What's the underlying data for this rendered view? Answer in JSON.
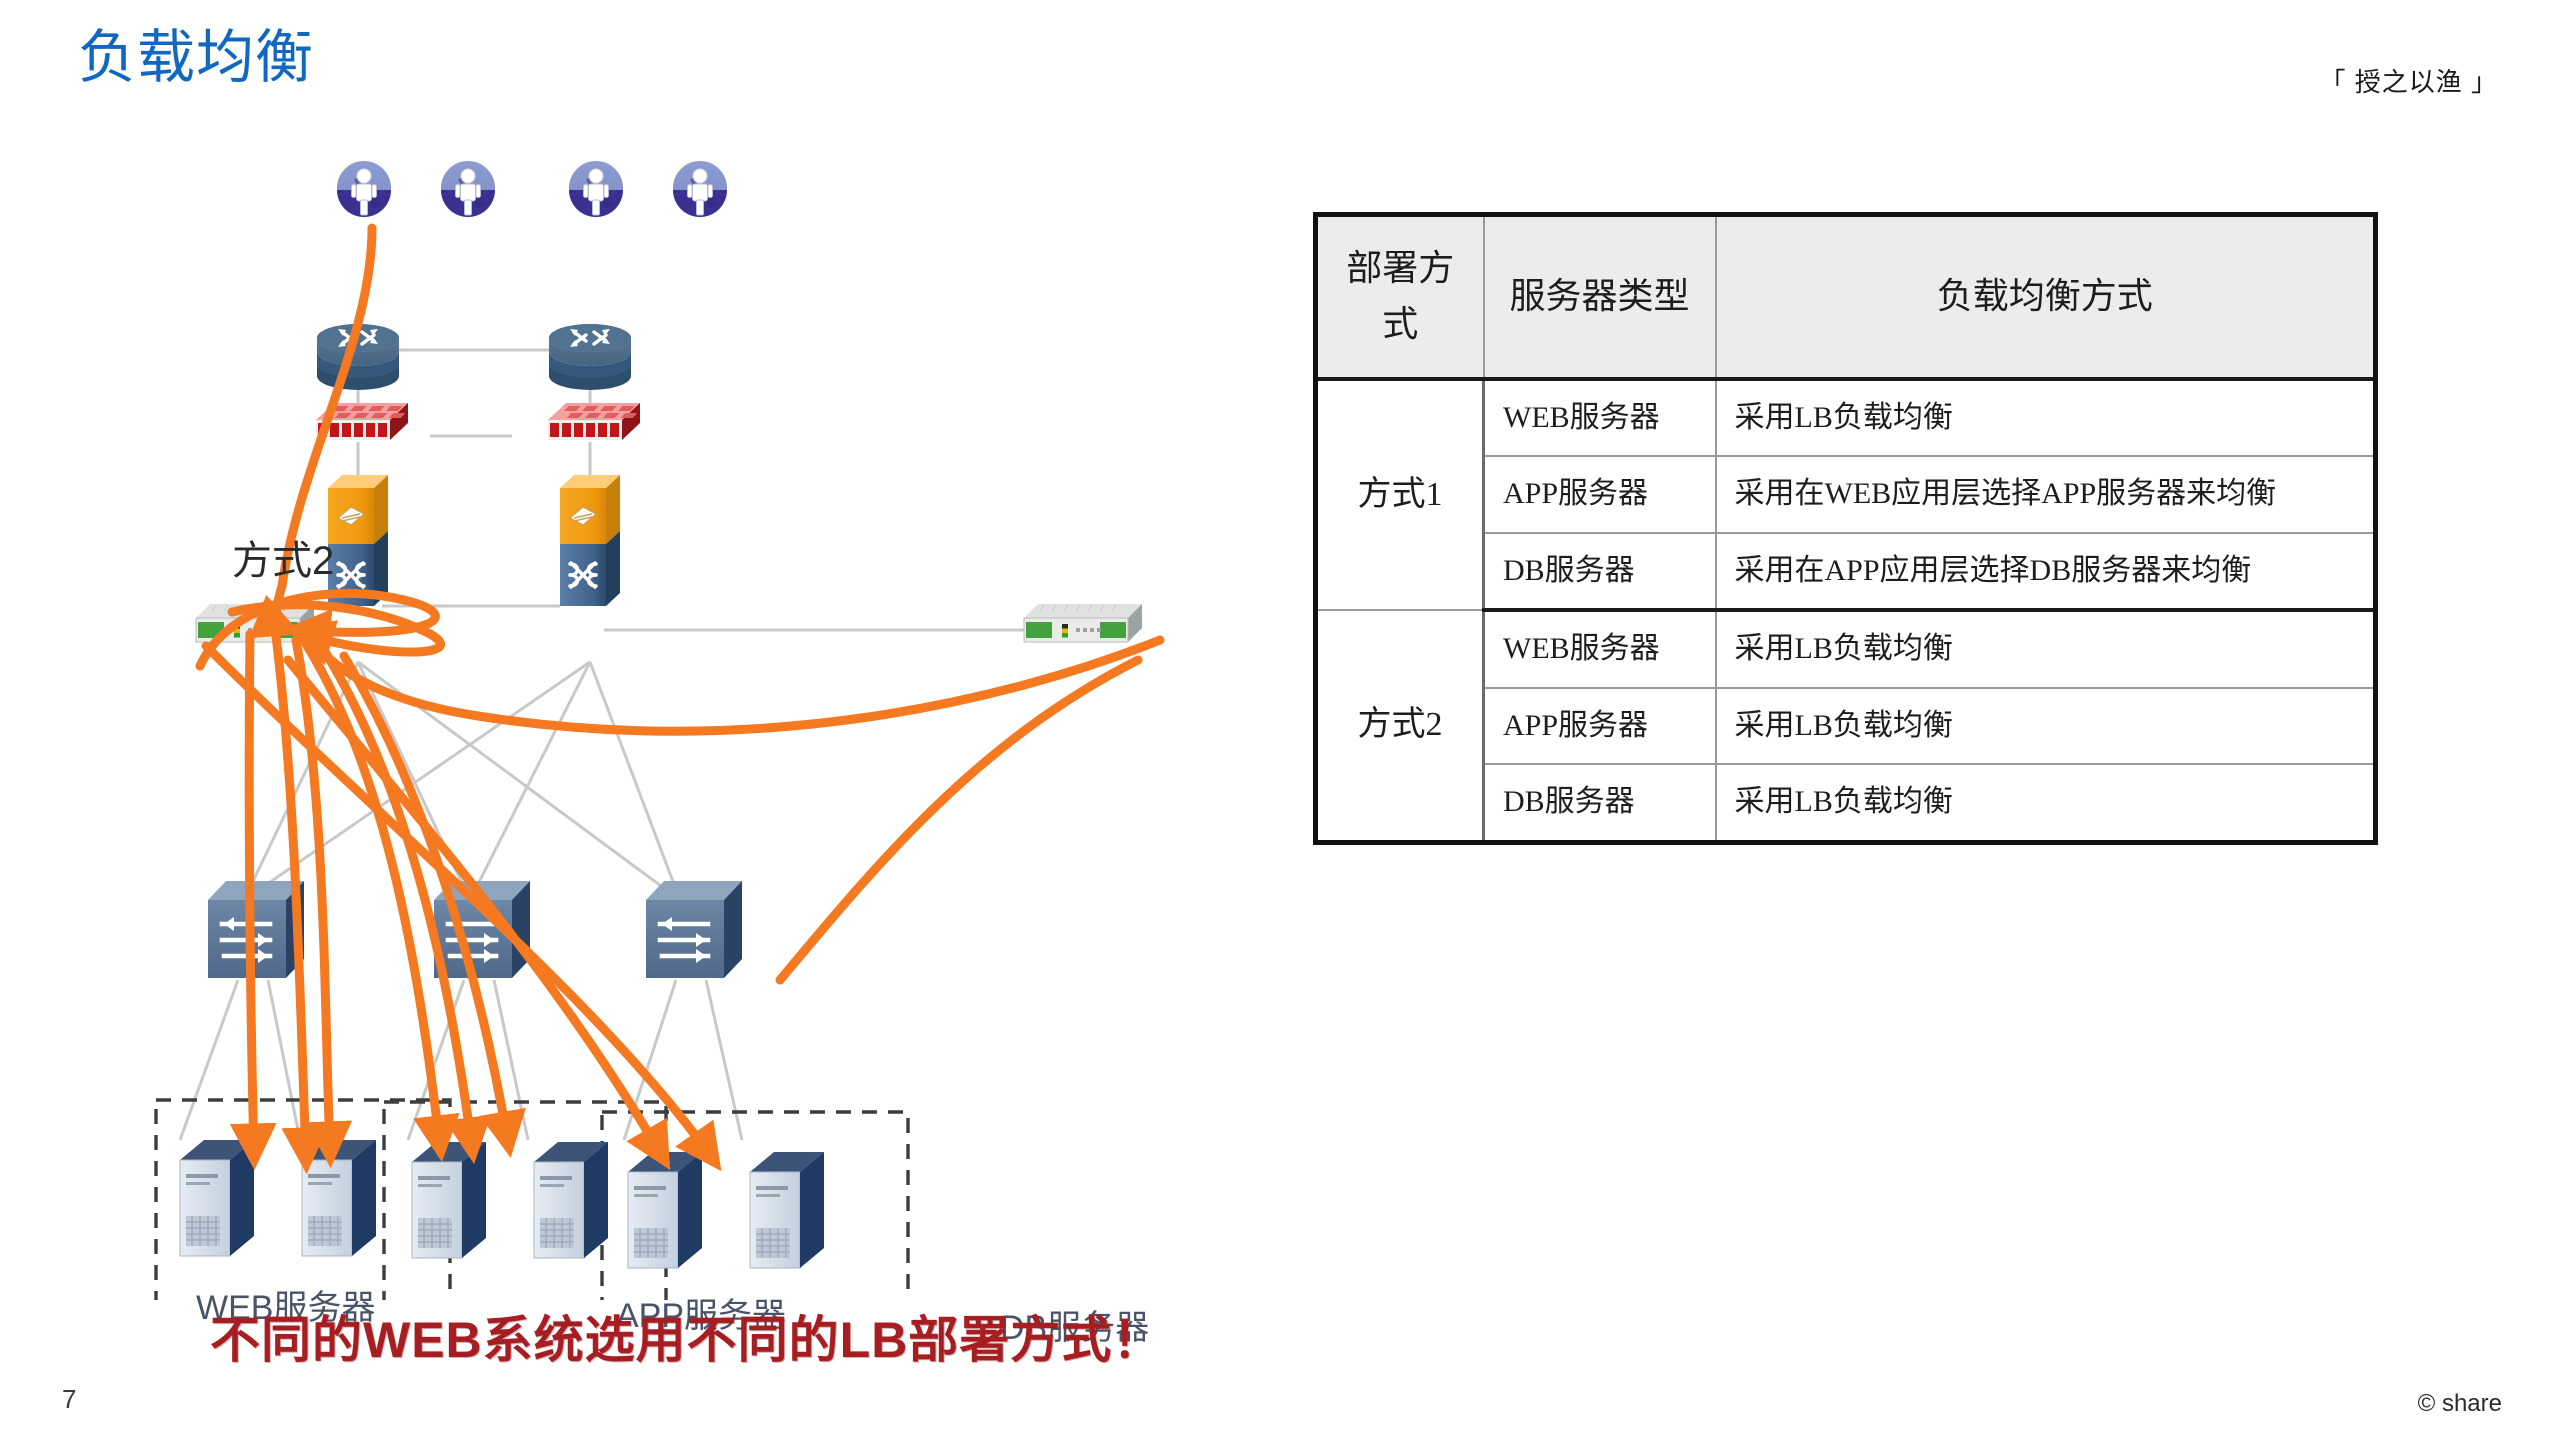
{
  "header": {
    "title": "负载均衡",
    "brand_tag": "「 授之以渔 」",
    "title_color": "#1068c0"
  },
  "footer": {
    "page_number": "7",
    "copyright": "© share"
  },
  "diagram": {
    "mode_label": "方式2",
    "caption": "不同的WEB系统选用不同的LB部署方式！",
    "caption_color": "#a61d22",
    "flow_color": "#f47920",
    "link_color": "#c8c8c8",
    "groups": [
      {
        "label": "WEB服务器",
        "servers": 2
      },
      {
        "label": "APP服务器",
        "servers": 2
      },
      {
        "label": "DB服务器",
        "servers": 2
      }
    ],
    "user_icons": 4,
    "routers": 2,
    "firewalls": 2,
    "load_balancers": 2,
    "appliances": 2,
    "switches": 3
  },
  "table": {
    "headers": [
      "部署方式",
      "服务器类型",
      "负载均衡方式"
    ],
    "header_bg": "#ececec",
    "rows": [
      {
        "mode": "方式1",
        "rowspan": 3,
        "type": "WEB服务器",
        "method": "采用LB负载均衡"
      },
      {
        "mode": "",
        "type": "APP服务器",
        "method": "采用在WEB应用层选择APP服务器来均衡"
      },
      {
        "mode": "",
        "type": "DB服务器",
        "method": "采用在APP应用层选择DB服务器来均衡"
      },
      {
        "mode": "方式2",
        "rowspan": 3,
        "type": "WEB服务器",
        "method": "采用LB负载均衡"
      },
      {
        "mode": "",
        "type": "APP服务器",
        "method": "采用LB负载均衡"
      },
      {
        "mode": "",
        "type": "DB服务器",
        "method": "采用LB负载均衡"
      }
    ]
  }
}
